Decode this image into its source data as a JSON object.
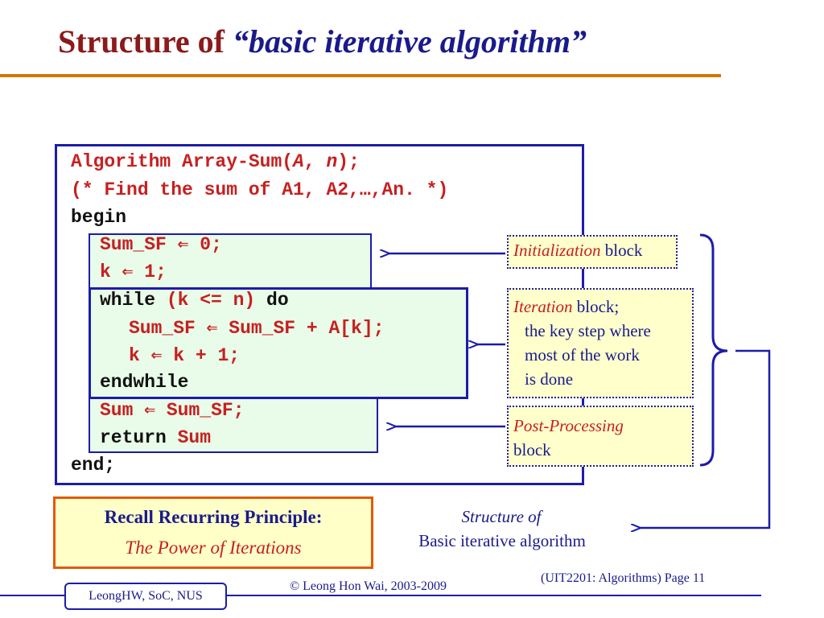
{
  "title": {
    "prefix": "Structure of ",
    "italic": "“basic iterative algorithm”"
  },
  "code": {
    "header_line1_a": "Algorithm Array-Sum(",
    "header_line1_A": "A",
    "header_line1_b": ", ",
    "header_line1_n": "n",
    "header_line1_c": ");",
    "comment": "(* Find the sum of A1, A2,…,An. *)",
    "begin": "begin",
    "init_line1": "Sum_SF  0;",
    "init_line2": "k  1;",
    "while_kw": "while",
    "while_cond": " (k <= n) ",
    "do_kw": "do",
    "loop_line1": "Sum_SF  Sum_SF + A[k];",
    "loop_line2": "k  k + 1;",
    "endwhile": "endwhile",
    "post_line1": "Sum  Sum_SF;",
    "return_kw": "return",
    "return_val": " Sum",
    "end": "end;"
  },
  "callouts": {
    "init_label": "Initialization",
    "init_rest": " block",
    "iter_label": "Iteration",
    "iter_rest": " block;",
    "iter_line2": "the key step where",
    "iter_line3": "most of the work",
    "iter_line4": "is done",
    "post_label": "Post-Processing",
    "post_rest": "block"
  },
  "recall": {
    "title": "Recall Recurring Principle:",
    "subtitle": "The Power of Iterations"
  },
  "structure_caption": {
    "line1": "Structure of",
    "line2": "Basic iterative algorithm"
  },
  "footer": {
    "left": "LeongHW, SoC, NUS",
    "middle": "© Leong Hon Wai, 2003-2009",
    "right": "(UIT2201: Algorithms) Page 11"
  },
  "icons": {
    "assign": "left-arrow-icon"
  },
  "colors": {
    "title_red": "#8b1a1a",
    "title_blue": "#1a1a8b",
    "rule_orange": "#cc7a00",
    "code_red": "#c62020",
    "box_blue": "#1c1ca8",
    "block_green": "#e9fbe9",
    "callout_yellow": "#ffffcc",
    "recall_border": "#e05a0a"
  }
}
